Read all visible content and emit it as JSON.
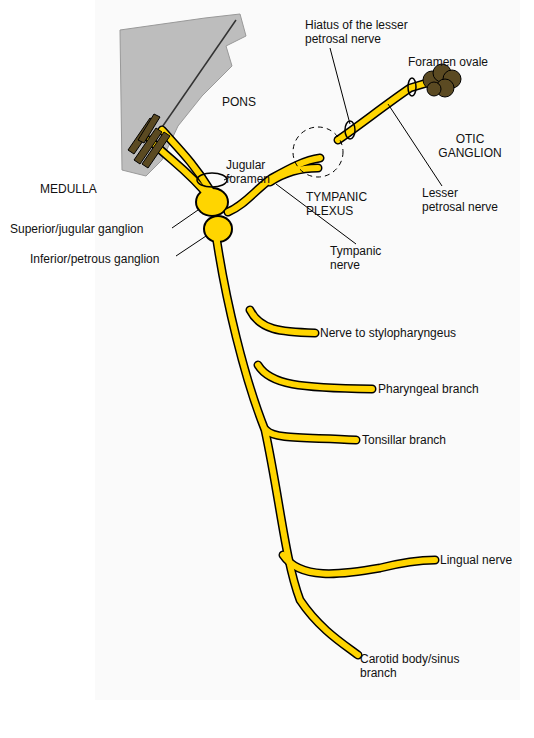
{
  "diagram": {
    "labels": [
      "Hiatus of the lesser petrosal nerve",
      "Foramen ovale",
      "PONS",
      "OTIC GANGLION",
      "Jugular foramen",
      "MEDULLA",
      "Lesser petrosal nerve",
      "TYMPANIC PLEXUS",
      "Superior/jugular ganglion",
      "Inferior/petrous ganglion",
      "Tympanic nerve",
      "Nerve to stylopharyngeus",
      "Pharyngeal branch",
      "Tonsillar branch",
      "Lingual nerve",
      "Carotid body/sinus branch"
    ]
  }
}
